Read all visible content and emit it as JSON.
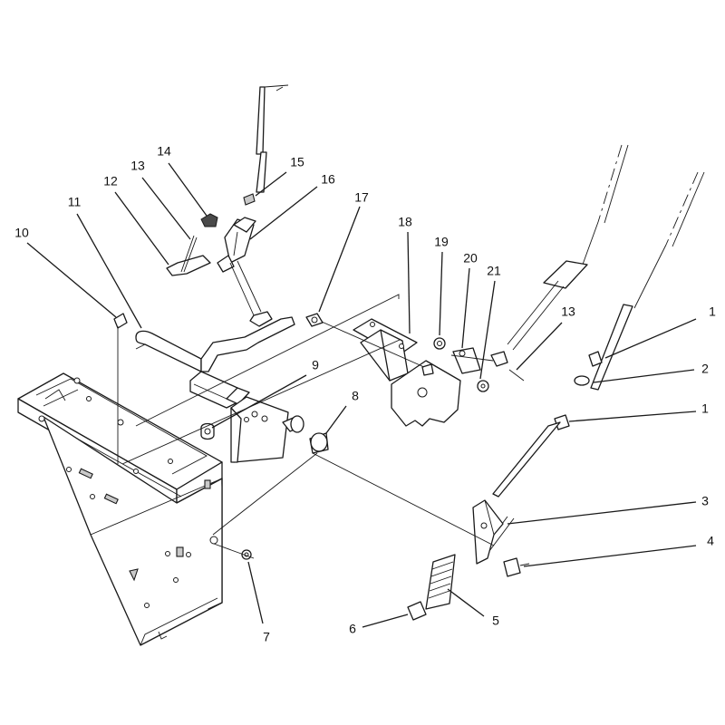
{
  "callouts": {
    "c1a": "1",
    "c1b": "1",
    "c2": "2",
    "c3": "3",
    "c4": "4",
    "c5": "5",
    "c6": "6",
    "c7": "7",
    "c8": "8",
    "c9": "9",
    "c10": "10",
    "c11": "11",
    "c12": "12",
    "c13a": "13",
    "c13b": "13",
    "c14": "14",
    "c15": "15",
    "c16": "16",
    "c17": "17",
    "c18": "18",
    "c19": "19",
    "c20": "20",
    "c21": "21"
  }
}
